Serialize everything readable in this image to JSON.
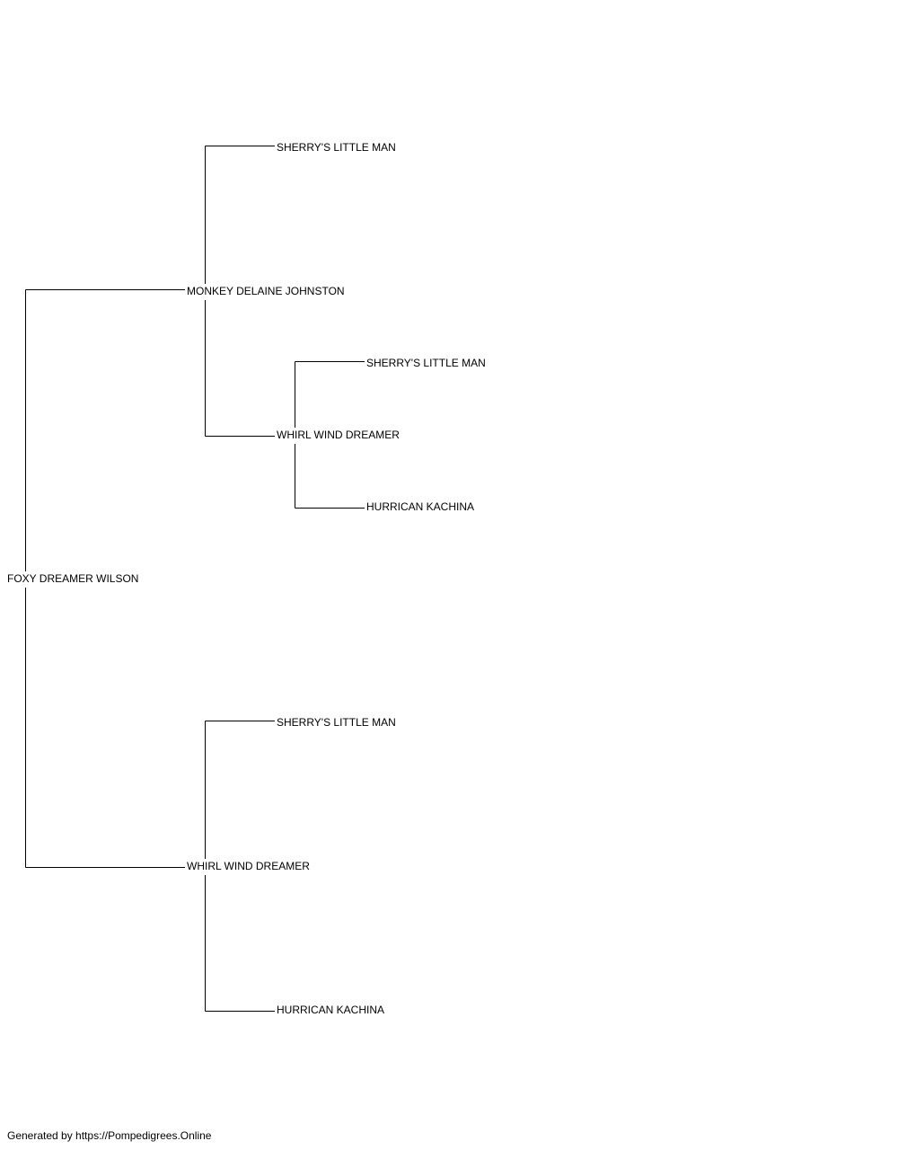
{
  "pedigree": {
    "subject": "FOXY DREAMER WILSON",
    "sire": "MONKEY DELAINE JOHNSTON",
    "sire_sire": "SHERRY'S LITTLE MAN",
    "sire_dam": "WHIRL WIND DREAMER",
    "sire_dam_sire": "SHERRY'S LITTLE MAN",
    "sire_dam_dam": "HURRICAN KACHINA",
    "dam": "WHIRL WIND DREAMER",
    "dam_sire": "SHERRY'S LITTLE MAN",
    "dam_dam": "HURRICAN KACHINA"
  },
  "footer": {
    "credit": "Generated by https://Pompedigrees.Online"
  },
  "colors": {
    "line": "#000000",
    "text": "#000000",
    "background": "#ffffff"
  }
}
